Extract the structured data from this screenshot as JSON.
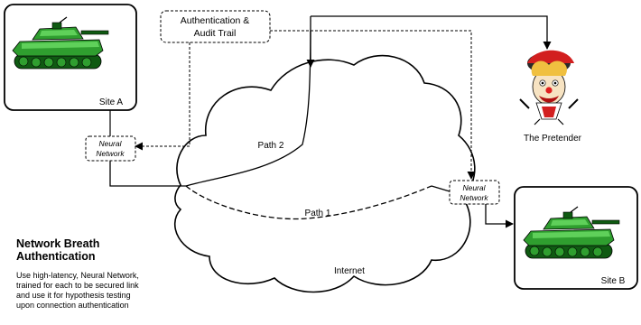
{
  "nodes": {
    "auth_box_line1": "Authentication &",
    "auth_box_line2": "Audit Trail",
    "site_a_label": "Site A",
    "site_b_label": "Site B",
    "pretender_label": "The Pretender",
    "nn_left_line1": "Neural",
    "nn_left_line2": "Network",
    "nn_right_line1": "Neural",
    "nn_right_line2": "Network",
    "internet_label": "Internet"
  },
  "paths": {
    "path1_label": "Path 1",
    "path2_label": "Path 2"
  },
  "caption": {
    "title_line1": "Network Breath",
    "title_line2": "Authentication",
    "body_line1": "Use high-latency, Neural Network,",
    "body_line2": "trained for each to be secured link",
    "body_line3": "and use it for hypothesis testing",
    "body_line4": "upon connection authentication"
  },
  "colors": {
    "tank_green": "#2f9e2f",
    "tank_dark": "#0f5a12",
    "tank_light": "#5fd05a"
  },
  "icons": {
    "site_a_image": "tank-icon",
    "site_b_image": "tank-icon",
    "pretender_image": "pretender-clown-icon"
  }
}
